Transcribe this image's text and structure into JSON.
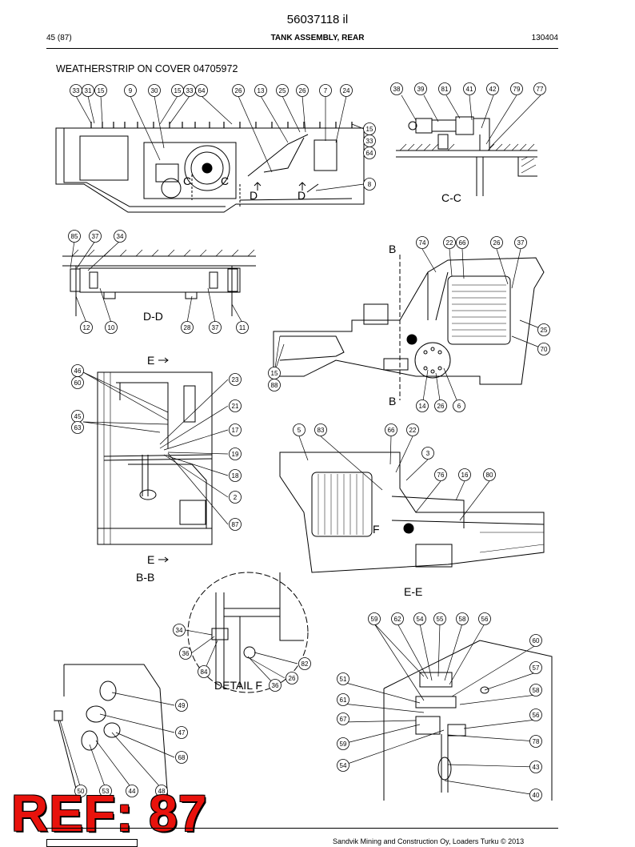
{
  "header": {
    "doc_number": "56037118 il",
    "page": "45 (87)",
    "title": "TANK ASSEMBLY, REAR",
    "date_code": "130404"
  },
  "section_title": "WEATHERSTRIP ON COVER 04705972",
  "view_labels": {
    "cc": "C-C",
    "dd": "D-D",
    "bb": "B-B",
    "ee": "E-E",
    "detail_f": "DETAIL F",
    "c": "C",
    "d": "D",
    "b": "B",
    "e": "E",
    "f": "F"
  },
  "callouts": {
    "top": [
      "33",
      "31",
      "15",
      "9",
      "30",
      "15",
      "33",
      "64",
      "26",
      "13",
      "25",
      "26",
      "7",
      "24"
    ],
    "top_right": [
      "15",
      "33",
      "64",
      "8"
    ],
    "cc": [
      "38",
      "39",
      "81",
      "41",
      "42",
      "79",
      "77"
    ],
    "dd_top": [
      "85",
      "37",
      "34"
    ],
    "dd_bottom": [
      "12",
      "10",
      "28",
      "37",
      "11"
    ],
    "side_top": [
      "74",
      "22",
      "66",
      "26",
      "37"
    ],
    "side_right": [
      "25",
      "70"
    ],
    "side_left": [
      "15",
      "88"
    ],
    "side_bottom": [
      "14",
      "26",
      "6"
    ],
    "bb_left": [
      "46",
      "60",
      "45",
      "63"
    ],
    "bb_right": [
      "23",
      "21",
      "17",
      "19",
      "18",
      "2",
      "87"
    ],
    "ee_top": [
      "5",
      "83",
      "66",
      "22",
      "3",
      "76",
      "16",
      "80"
    ],
    "detail": [
      "34",
      "36",
      "84",
      "82",
      "26",
      "36"
    ],
    "lower_left": [
      "49",
      "47",
      "68",
      "50",
      "53",
      "44",
      "48"
    ],
    "lower_right_top": [
      "59",
      "62",
      "54",
      "55",
      "58",
      "56"
    ],
    "lower_right_right": [
      "60",
      "57",
      "58",
      "56",
      "78",
      "43",
      "40"
    ],
    "lower_right_left": [
      "51",
      "61",
      "67",
      "59",
      "54"
    ]
  },
  "ref_label": "REF: 87",
  "footer_text": "Sandvik Mining and Construction Oy, Loaders Turku © 2013"
}
